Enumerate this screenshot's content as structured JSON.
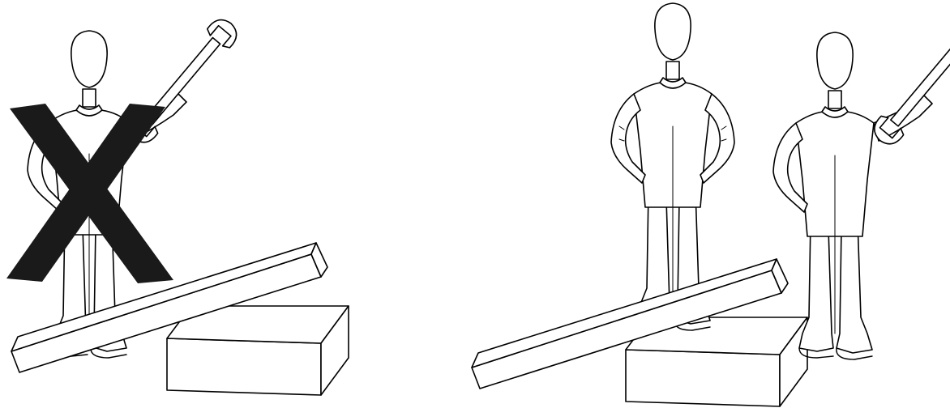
{
  "panels": [
    {
      "id": "incorrect",
      "workers": 1,
      "marked_wrong": true
    },
    {
      "id": "correct",
      "workers": 2,
      "marked_wrong": false
    }
  ],
  "colors": {
    "line": "#000000",
    "background": "#ffffff",
    "cross": "#1a1a1a"
  },
  "icons": [
    "wrench-icon",
    "prohibited-x-mark",
    "beam",
    "support-block"
  ]
}
